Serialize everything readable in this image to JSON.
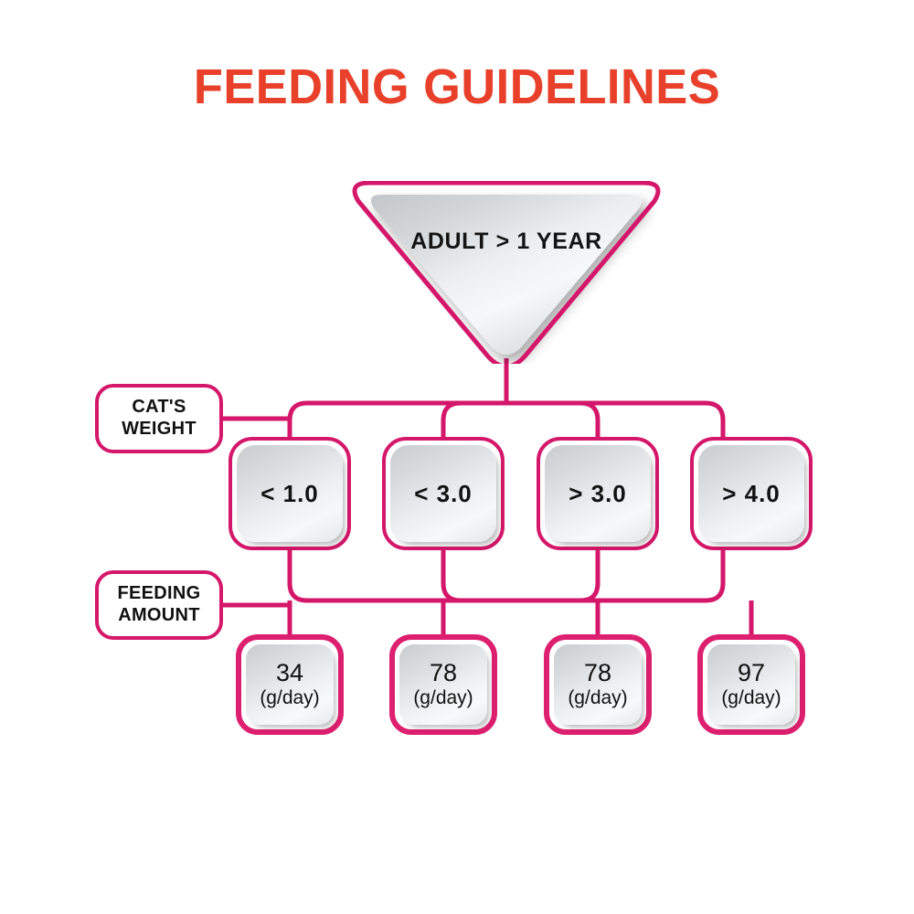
{
  "page": {
    "title": "FEEDING GUIDELINES",
    "background": "#FFFFFF",
    "title_color": "#E8402A",
    "accent_pink": "#D4176A",
    "accent_pink_strong": "#DD1F6F"
  },
  "root_node": {
    "label": "ADULT  >  1 YEAR",
    "shape": "triangle-down-rounded"
  },
  "row_labels": {
    "weight": "CAT'S\nWEIGHT",
    "weight_line1": "CAT'S",
    "weight_line2": "WEIGHT",
    "amount": "FEEDING\nAMOUNT",
    "amount_line1": "FEEDING",
    "amount_line2": "AMOUNT"
  },
  "weights": [
    {
      "label": "< 1.0"
    },
    {
      "label": "< 3.0"
    },
    {
      "label": "> 3.0"
    },
    {
      "label": "> 4.0"
    }
  ],
  "amounts": [
    {
      "value": "34",
      "unit": "(g/day)"
    },
    {
      "value": "78",
      "unit": "(g/day)"
    },
    {
      "value": "78",
      "unit": "(g/day)"
    },
    {
      "value": "97",
      "unit": "(g/day)"
    }
  ],
  "chart_data": {
    "type": "table",
    "title": "FEEDING GUIDELINES",
    "subtitle": "ADULT  >  1 YEAR",
    "categories": [
      "< 1.0",
      "< 3.0",
      "> 3.0",
      "> 4.0"
    ],
    "values": [
      34,
      78,
      78,
      97
    ],
    "xlabel": "CAT'S WEIGHT",
    "ylabel": "FEEDING AMOUNT",
    "unit": "g/day",
    "legend": []
  }
}
